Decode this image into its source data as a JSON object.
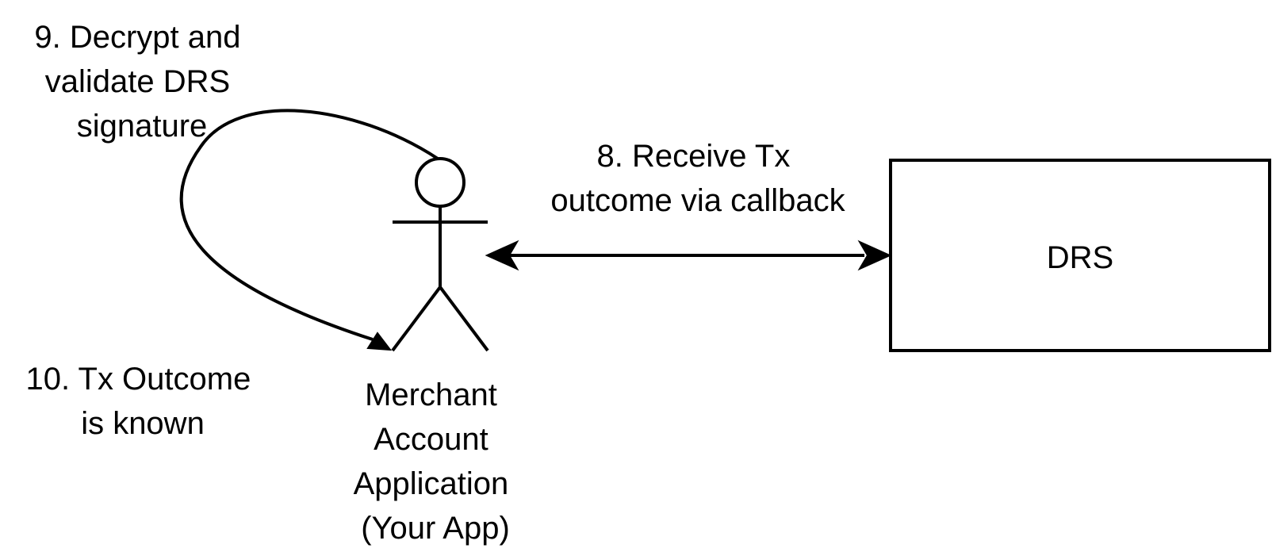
{
  "actor": {
    "label_lines": [
      "Merchant",
      "Account",
      "Application",
      "(Your App)"
    ]
  },
  "drs_box": {
    "label": "DRS"
  },
  "edges": {
    "callback": {
      "label_lines": [
        "8. Receive Tx",
        "outcome via callback"
      ]
    },
    "self_loop": {
      "label_lines": [
        "9. Decrypt and",
        "validate DRS",
        "signature"
      ]
    }
  },
  "notes": {
    "outcome": {
      "label_lines": [
        "10. Tx Outcome",
        "is known"
      ]
    }
  }
}
